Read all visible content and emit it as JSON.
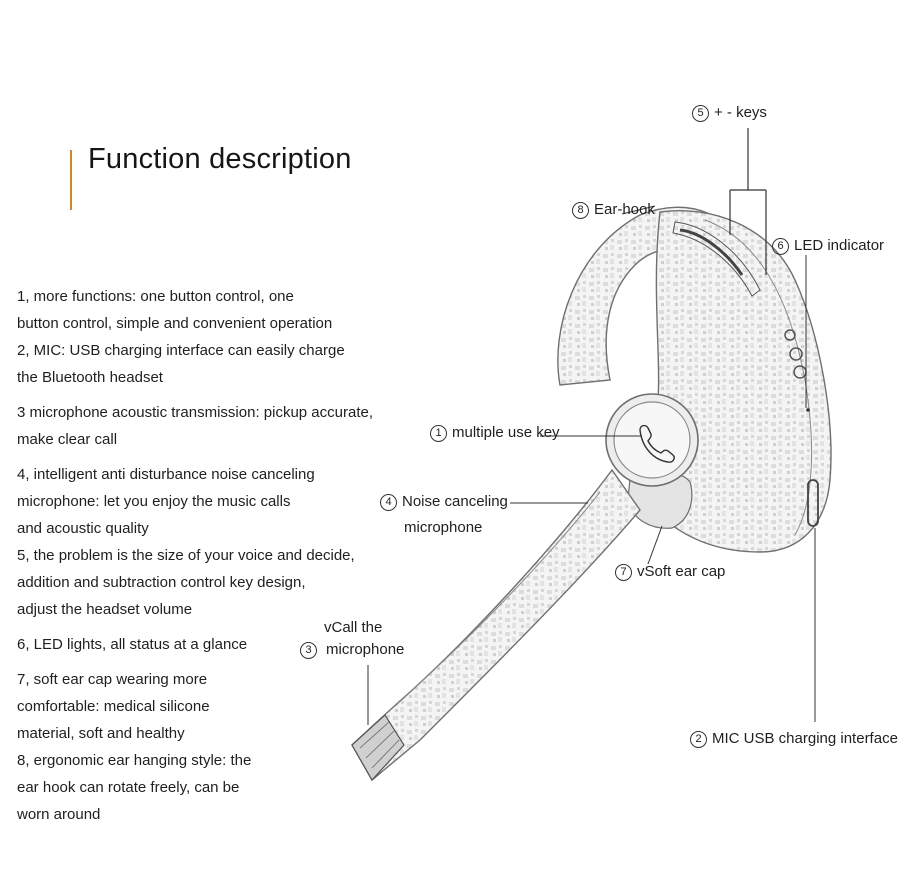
{
  "title": "Function description",
  "descriptions": [
    "1, more functions: one button control, one",
    "button control, simple and convenient operation",
    "2, MIC: USB charging interface can easily charge",
    "the Bluetooth headset",
    "3 microphone acoustic transmission: pickup accurate,",
    "make clear call",
    "4, intelligent anti disturbance noise canceling",
    "microphone: let you enjoy the music calls",
    "and acoustic quality",
    "5, the problem is the size of your voice and decide,",
    "addition and subtraction control key design,",
    "adjust the headset volume",
    "6, LED lights, all status at a glance",
    "7, soft ear cap wearing more",
    "comfortable: medical silicone",
    "material, soft and healthy",
    "8, ergonomic ear hanging style: the",
    "ear hook can rotate freely, can be",
    "worn around"
  ],
  "callouts": {
    "plus_minus": {
      "num": "5",
      "label": "+ - keys"
    },
    "ear_hook": {
      "num": "8",
      "label": "Ear-hook"
    },
    "led": {
      "num": "6",
      "label": "LED indicator"
    },
    "multi_key": {
      "num": "1",
      "label": "multiple use key"
    },
    "noise_mic": {
      "num": "4",
      "label": "Noise canceling",
      "label2": "microphone"
    },
    "ear_cap": {
      "num": "7",
      "label": "vSoft ear cap"
    },
    "call_mic": {
      "num": "3",
      "label": "vCall the",
      "label2": "microphone"
    },
    "usb": {
      "num": "2",
      "label": "MIC USB charging interface"
    }
  },
  "colors": {
    "accent": "#c98a2a",
    "text": "#1f1f1f",
    "sketch": "#6f6f6f"
  }
}
